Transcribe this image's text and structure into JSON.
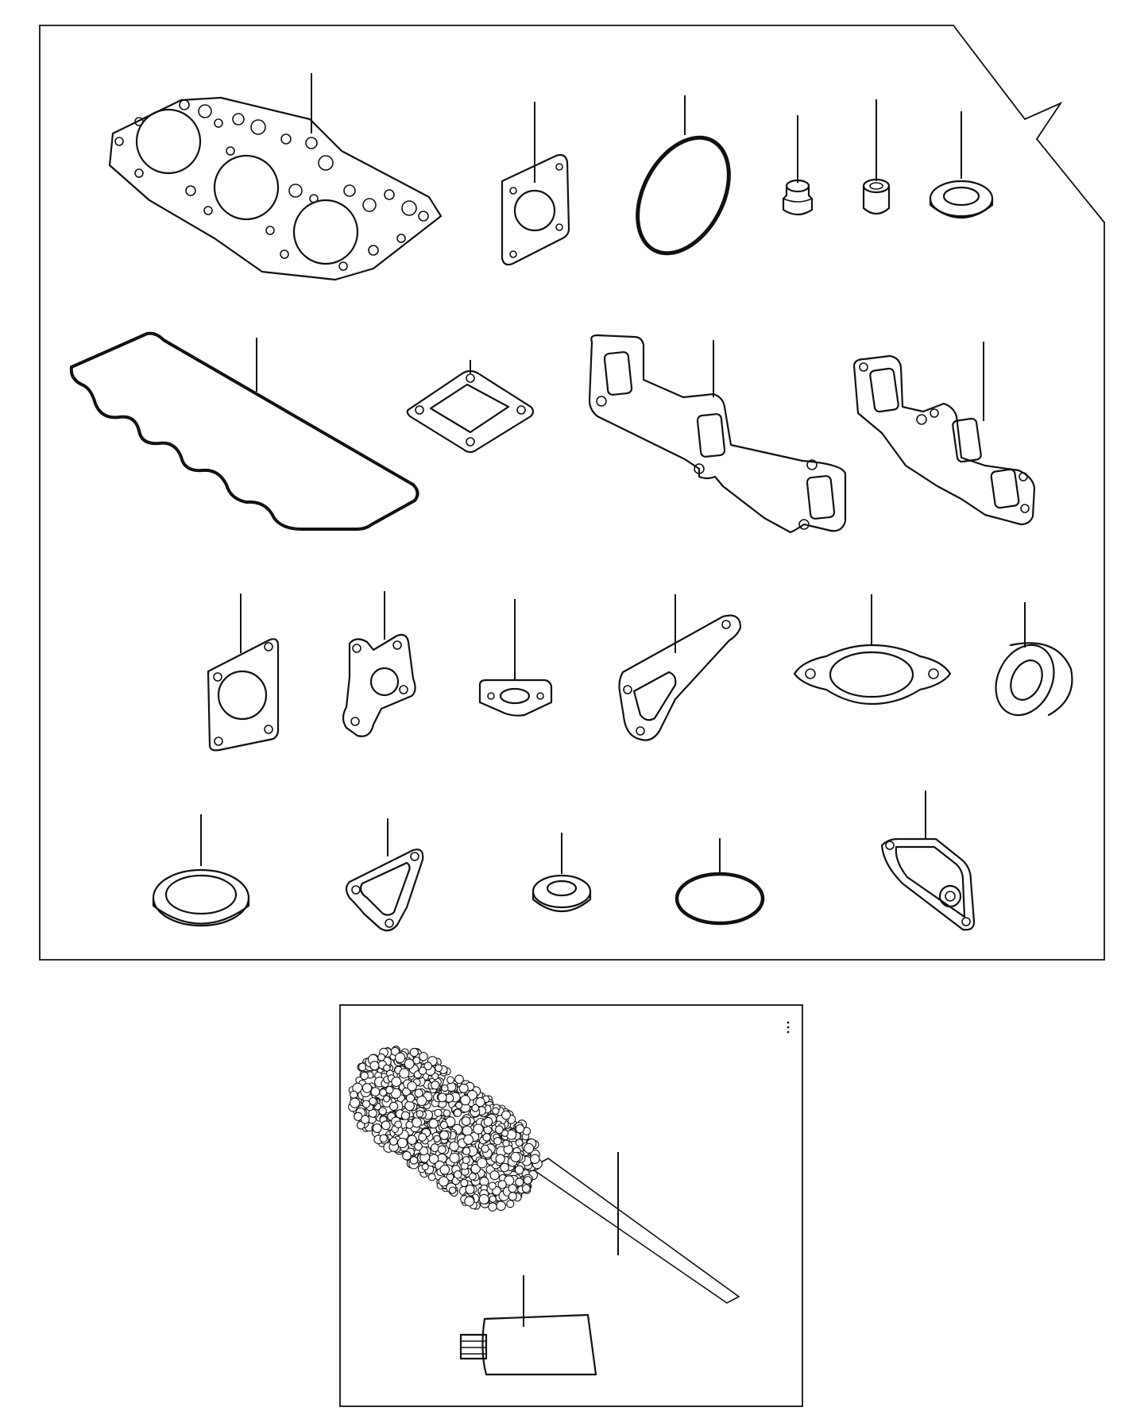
{
  "figure": {
    "panels": [
      "gasket-set-panel",
      "accessory-panel"
    ],
    "parts": [
      {
        "name": "cylinder-head-gasket"
      },
      {
        "name": "thermostat-gasket"
      },
      {
        "name": "o-ring-large"
      },
      {
        "name": "valve-stem-seal"
      },
      {
        "name": "bushing"
      },
      {
        "name": "sealing-washer"
      },
      {
        "name": "rocker-cover-gasket"
      },
      {
        "name": "square-flange-gasket"
      },
      {
        "name": "exhaust-manifold-gasket"
      },
      {
        "name": "intake-manifold-gasket"
      },
      {
        "name": "water-pump-gasket"
      },
      {
        "name": "cover-gasket"
      },
      {
        "name": "small-flange-gasket"
      },
      {
        "name": "bracket-gasket"
      },
      {
        "name": "oval-flange-gasket"
      },
      {
        "name": "oil-seal"
      },
      {
        "name": "flat-ring-gasket"
      },
      {
        "name": "elbow-gasket"
      },
      {
        "name": "small-washer"
      },
      {
        "name": "o-ring-small"
      },
      {
        "name": "housing-gasket"
      },
      {
        "name": "cleaning-brush"
      },
      {
        "name": "sealant-tube"
      }
    ]
  }
}
